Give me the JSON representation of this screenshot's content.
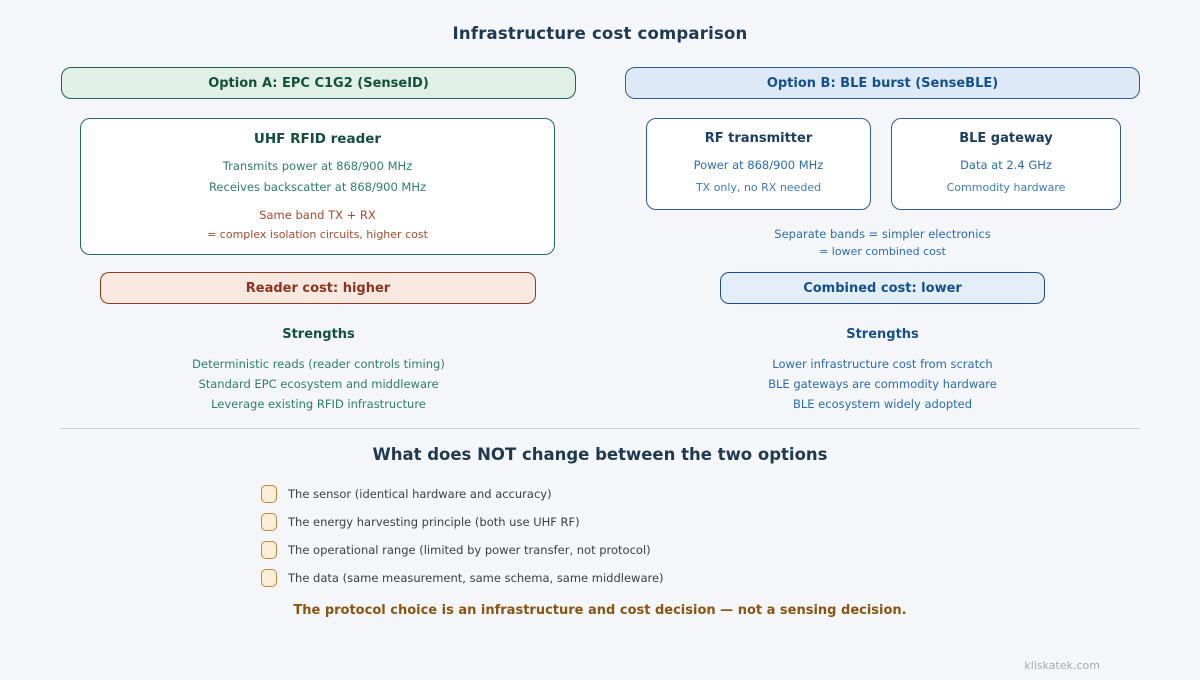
{
  "title": "Infrastructure cost comparison",
  "option_a": {
    "header": "Option A: EPC C1G2 (SenseID)",
    "reader_box": {
      "title": "UHF RFID reader",
      "line1": "Transmits power at 868/900 MHz",
      "line2": "Receives backscatter at 868/900 MHz",
      "warn1": "Same band TX + RX",
      "warn2": "= complex isolation circuits, higher cost"
    },
    "cost_badge": "Reader cost: higher",
    "strengths_title": "Strengths",
    "strengths": [
      "Deterministic reads (reader controls timing)",
      "Standard EPC ecosystem and middleware",
      "Leverage existing RFID infrastructure"
    ]
  },
  "option_b": {
    "header": "Option B: BLE burst (SenseBLE)",
    "tx_box": {
      "title": "RF transmitter",
      "line1": "Power at 868/900 MHz",
      "line2": "TX only, no RX needed"
    },
    "gw_box": {
      "title": "BLE gateway",
      "line1": "Data at 2.4 GHz",
      "line2": "Commodity hardware"
    },
    "note1": "Separate bands = simpler electronics",
    "note2": "= lower combined cost",
    "cost_badge": "Combined cost: lower",
    "strengths_title": "Strengths",
    "strengths": [
      "Lower infrastructure cost from scratch",
      "BLE gateways are commodity hardware",
      "BLE ecosystem widely adopted"
    ]
  },
  "unchanged": {
    "title": "What does NOT change between the two options",
    "items": [
      "The sensor (identical hardware and accuracy)",
      "The energy harvesting principle (both use UHF RF)",
      "The operational range (limited by power transfer, not protocol)",
      "The data (same measurement, same schema, same middleware)"
    ]
  },
  "conclusion": "The protocol choice is an infrastructure and cost decision — not a sensing decision.",
  "footer": "kliskatek.com",
  "colors": {
    "background": "#f4f6f9",
    "heading_navy": "#1e3950",
    "green_dark": "#144f3e",
    "green_border": "#1e6350",
    "green_fill": "#e1f0e6",
    "teal_body": "#2e7f6a",
    "red_body": "#a84a2f",
    "red_badge_fill": "#f9e8e0",
    "red_badge_border": "#8e3a21",
    "red_badge_text": "#8a3520",
    "blue_fill": "#dde9f6",
    "blue_border": "#2d5e97",
    "blue_dark_text": "#12508f",
    "blue_body": "#2b6cb0",
    "checkbox_border": "#c9883c",
    "checkbox_fill": "#fbeed6",
    "checklist_text": "#3c4043",
    "conclusion_brown": "#8a5413",
    "footer_gray": "#a8abae"
  }
}
